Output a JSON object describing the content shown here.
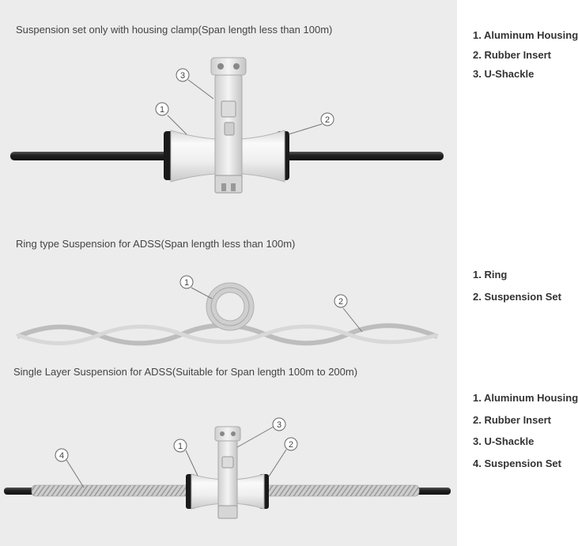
{
  "sections": [
    {
      "title": "Suspension set only with housing clamp(Span length less than 100m)",
      "legend": [
        "1. Aluminum Housing",
        "2. Rubber Insert",
        "3. U-Shackle"
      ],
      "callouts": [
        "1",
        "2",
        "3"
      ]
    },
    {
      "title": "Ring type Suspension for ADSS(Span length less than 100m)",
      "legend": [
        "1. Ring",
        "2. Suspension Set"
      ],
      "callouts": [
        "1",
        "2"
      ]
    },
    {
      "title": "Single Layer Suspension for ADSS(Suitable for Span length 100m to 200m)",
      "legend": [
        "1. Aluminum Housing",
        "2. Rubber Insert",
        "3. U-Shackle",
        "4. Suspension Set"
      ],
      "callouts": [
        "1",
        "2",
        "3",
        "4"
      ]
    }
  ],
  "colors": {
    "left_background": "#ececec",
    "right_background": "#ffffff",
    "cable": "#222222",
    "housing": "#f2f2f2",
    "rubber": "#1a1a1a",
    "leader_line": "#777777"
  }
}
